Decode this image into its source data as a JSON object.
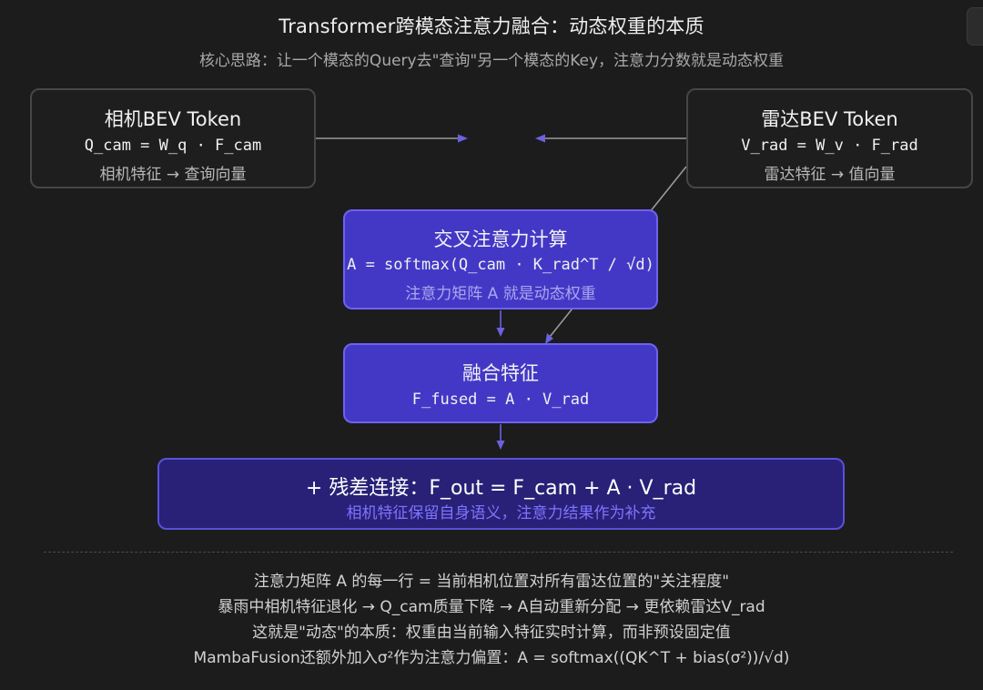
{
  "header": {
    "title": "Transformer跨模态注意力融合：动态权重的本质",
    "subtitle": "核心思路：让一个模态的Query去\"查询\"另一个模态的Key，注意力分数就是动态权重"
  },
  "nodes": {
    "camera": {
      "title": "相机BEV Token",
      "formula": "Q_cam = W_q · F_cam",
      "note": "相机特征 → 查询向量"
    },
    "radar": {
      "title": "雷达BEV Token",
      "formula": "V_rad = W_v · F_rad",
      "note": "雷达特征 → 值向量"
    },
    "cross_attention": {
      "title": "交叉注意力计算",
      "formula": "A = softmax(Q_cam · K_rad^T / √d)",
      "note": "注意力矩阵 A 就是动态权重"
    },
    "fused": {
      "title": "融合特征",
      "formula": "F_fused = A · V_rad"
    },
    "residual": {
      "title": "+ 残差连接：F_out = F_cam + A · V_rad",
      "note": "相机特征保留自身语义，注意力结果作为补充"
    }
  },
  "footer": {
    "lines": [
      "注意力矩阵 A 的每一行 = 当前相机位置对所有雷达位置的\"关注程度\"",
      "暴雨中相机特征退化 → Q_cam质量下降 → A自动重新分配 → 更依赖雷达V_rad",
      "这就是\"动态\"的本质：权重由当前输入特征实时计算，而非预设固定值",
      "MambaFusion还额外加入σ²作为注意力偏置：A = softmax((QK^T + bias(σ²))/√d)"
    ]
  },
  "colors": {
    "background": "#1c1c1c",
    "node_border": "#464646",
    "attention_fill": "#4338c6",
    "residual_fill": "#282177",
    "arrow": "#6b62e0",
    "line": "#9a9a9a"
  }
}
